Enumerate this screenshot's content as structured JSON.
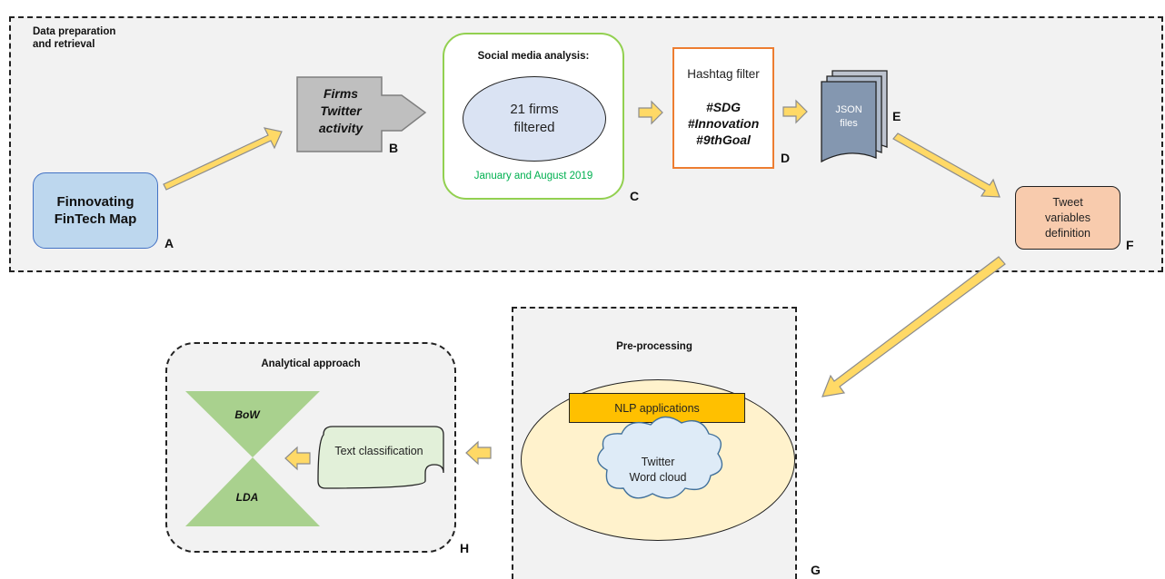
{
  "prep_region": {
    "title_line1": "Data preparation",
    "title_line2": "and retrieval"
  },
  "node_a": {
    "line1": "Finnovating",
    "line2": "FinTech Map",
    "letter": "A"
  },
  "node_b": {
    "line1": "Firms",
    "line2": "Twitter",
    "line3": "activity",
    "letter": "B"
  },
  "node_c": {
    "title": "Social media analysis:",
    "line1": "21 firms",
    "line2": "filtered",
    "date": "January and August 2019",
    "letter": "C"
  },
  "node_d": {
    "title": "Hashtag filter",
    "tag1": "#SDG",
    "tag2": "#Innovation",
    "tag3": "#9thGoal",
    "letter": "D"
  },
  "node_e": {
    "line1": "JSON",
    "line2": "files",
    "letter": "E"
  },
  "node_f": {
    "line1": "Tweet",
    "line2": "variables",
    "line3": "definition",
    "letter": "F"
  },
  "node_g": {
    "title": "Pre-processing",
    "nlp": "NLP applications",
    "cloud_line1": "Twitter",
    "cloud_line2": "Word cloud",
    "letter": "G"
  },
  "node_h": {
    "title": "Analytical approach",
    "text_class": "Text classification",
    "bow": "BoW",
    "lda": "LDA",
    "letter": "H"
  },
  "colors": {
    "arrow_fill": "#ffd966",
    "arrow_stroke": "#8c8c8c",
    "box_a": "#bdd7ee",
    "box_c_border": "#92d050",
    "box_d_border": "#ed7d31",
    "box_f": "#f8cbad",
    "nlp": "#ffc000",
    "ellipse_g": "#fff2cc",
    "cloud": "#deebf7",
    "hourglass": "#a9d18e",
    "scroll": "#e2f0d9"
  }
}
